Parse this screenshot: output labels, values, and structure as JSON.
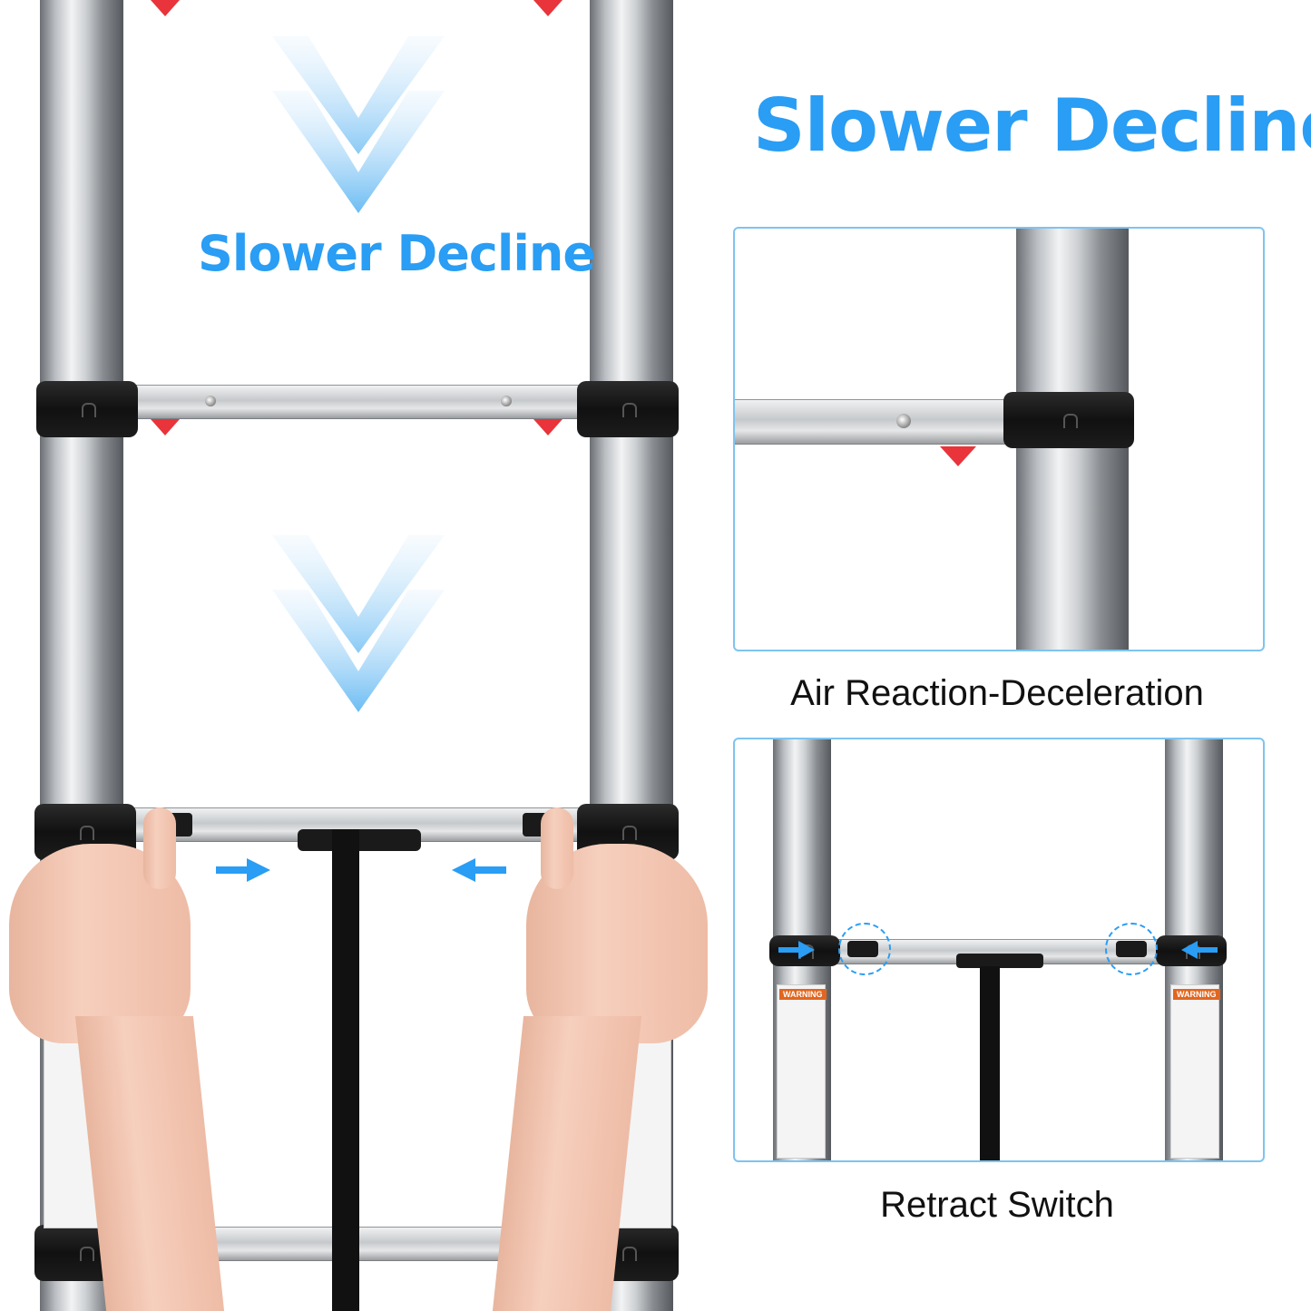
{
  "headline_main": "Slower Decline",
  "headline_ladder": "Slower Decline",
  "panel_top": {
    "caption": "Air Reaction-Deceleration"
  },
  "panel_bottom": {
    "caption": "Retract Switch"
  },
  "sticker_warning": "WARNING",
  "colors": {
    "accent": "#2a9df4",
    "panel_border": "#7ec4f0",
    "tab_red": "#e8343a"
  }
}
